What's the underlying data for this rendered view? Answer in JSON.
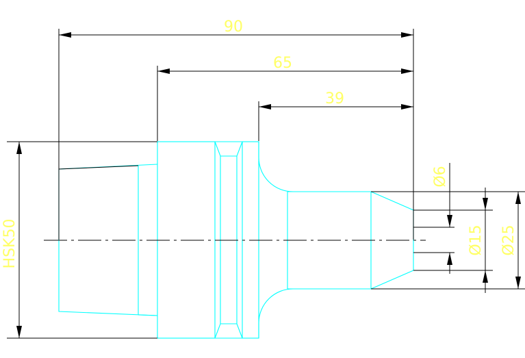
{
  "drawing": {
    "labels": {
      "overall_length": "90",
      "flange_length": "65",
      "shank_length": "39",
      "diameter_6": "Ø6",
      "diameter_15": "Ø15",
      "diameter_25": "Ø25",
      "taper_name": "HSK50"
    },
    "colors": {
      "outline": "#00ffff",
      "dimension_lines": "#000000",
      "dimension_text": "#ffff66",
      "background": "#ffffff"
    }
  }
}
